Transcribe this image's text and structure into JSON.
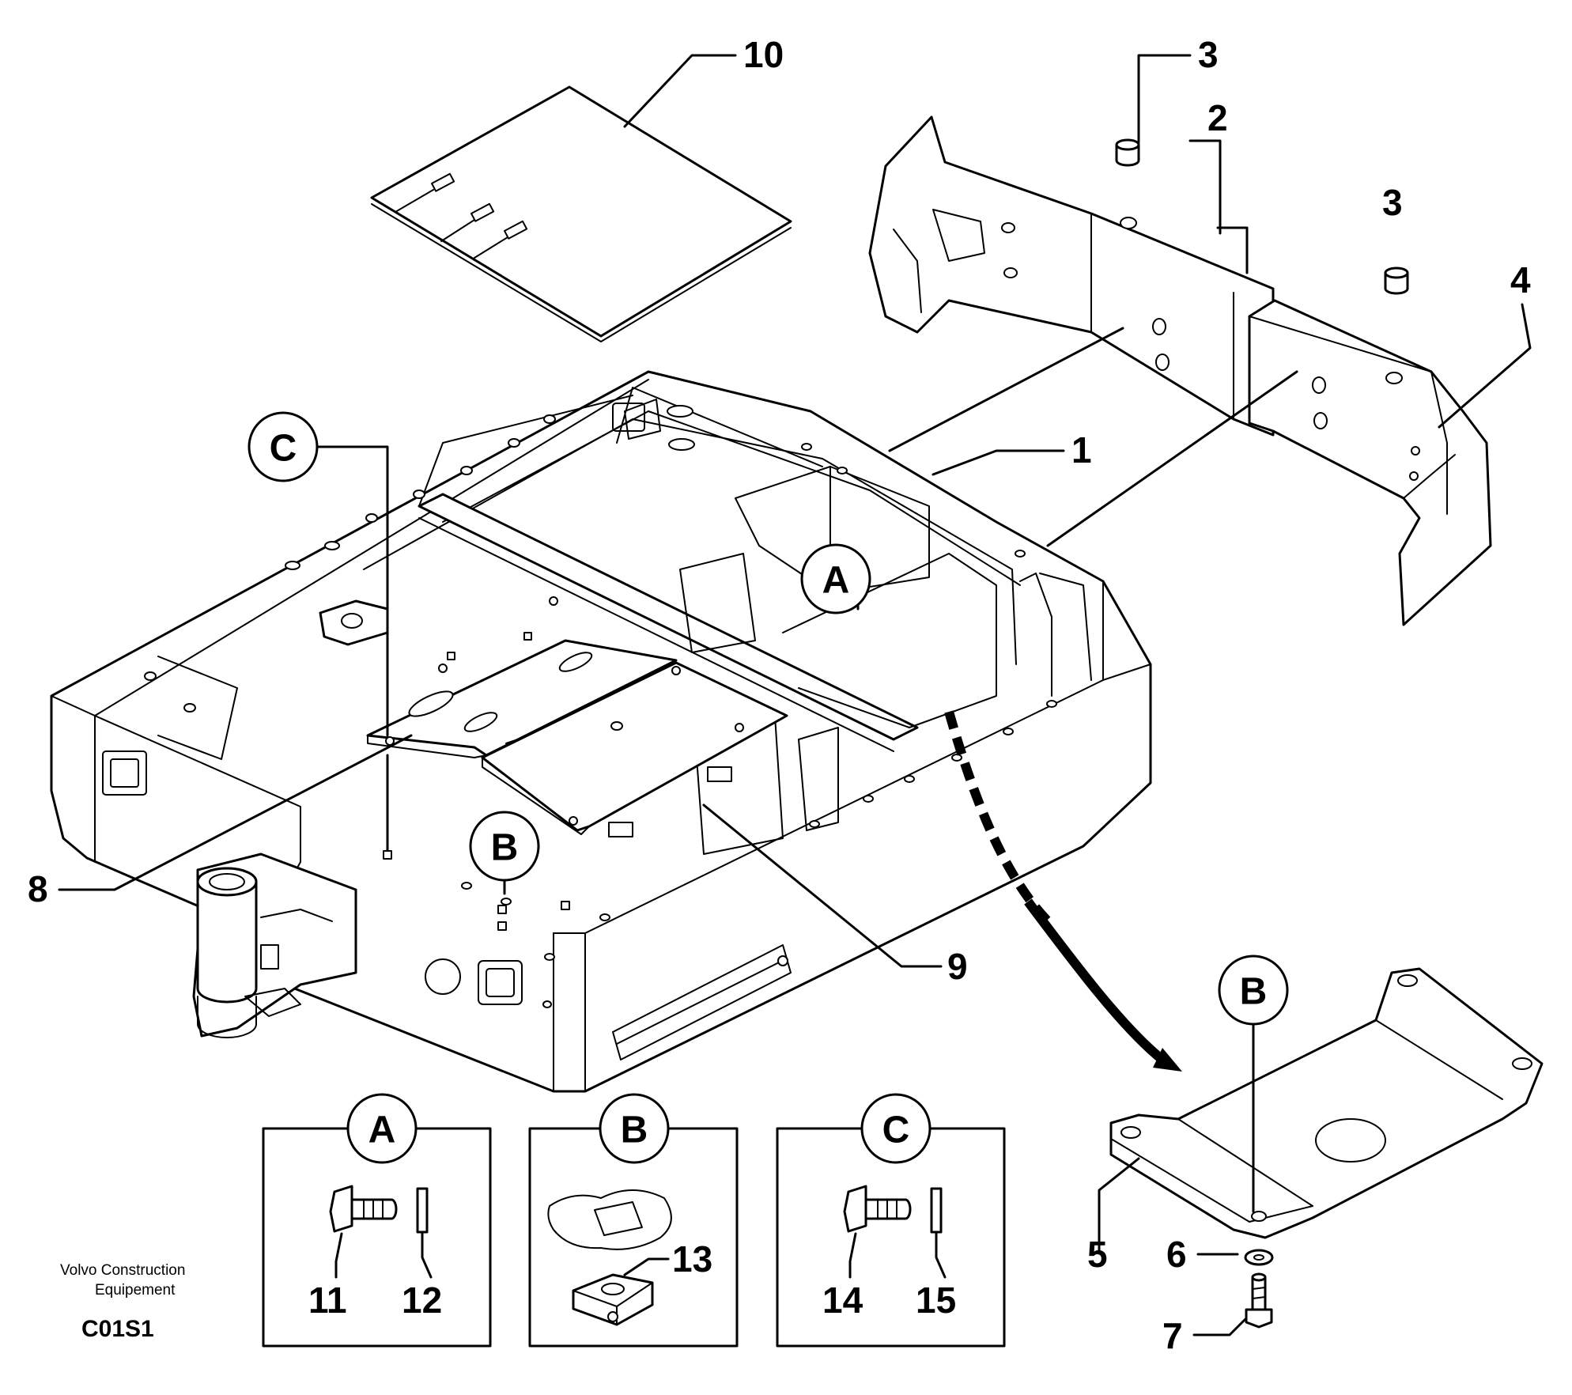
{
  "callouts": {
    "p1": "1",
    "p2": "2",
    "p3a": "3",
    "p3b": "3",
    "p4": "4",
    "p5": "5",
    "p6": "6",
    "p7": "7",
    "p8": "8",
    "p9": "9",
    "p10": "10",
    "p11": "11",
    "p12": "12",
    "p13": "13",
    "p14": "14",
    "p15": "15"
  },
  "detail_refs": {
    "a_main": "A",
    "b_main": "B",
    "c_main": "C",
    "b_plate": "B",
    "a_box": "A",
    "b_box": "B",
    "c_box": "C"
  },
  "footer": {
    "credit_line1": "Volvo Construction",
    "credit_line2": "Equipement",
    "code": "C01S1"
  }
}
